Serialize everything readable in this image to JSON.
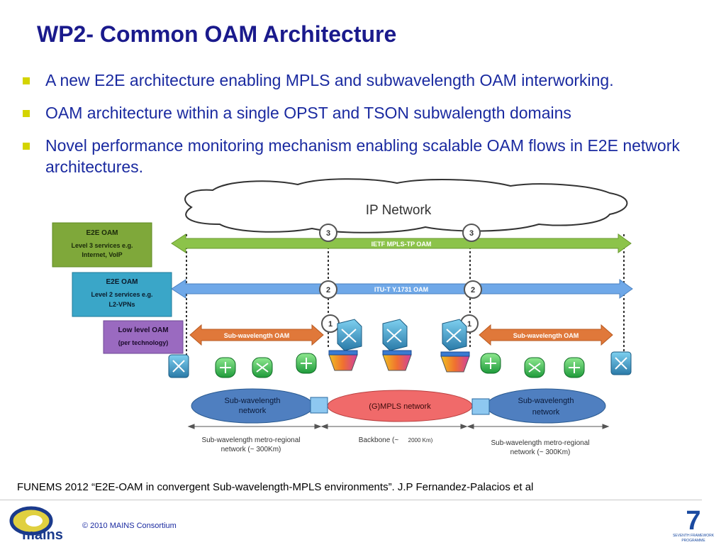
{
  "title": "WP2- Common OAM Architecture",
  "bullets": [
    "A new E2E architecture enabling MPLS and subwavelength OAM interworking.",
    "OAM architecture within a single OPST and TSON subwalength domains",
    "Novel performance monitoring mechanism enabling scalable OAM flows in E2E network architectures."
  ],
  "diagram": {
    "cloud_label": "IP Network",
    "boxes": [
      {
        "line1": "E2E OAM",
        "line2": "Level 3 services  e.g.",
        "line3": "Internet, VoIP",
        "color": "#7fa83a"
      },
      {
        "line1": "E2E OAM",
        "line2": "Level 2 services  e.g.",
        "line3": "L2-VPNs",
        "color": "#3aa6c8"
      },
      {
        "line1": "Low level OAM",
        "line2": "(per technology)",
        "line3": "",
        "color": "#9a6ac0"
      }
    ],
    "arrows": {
      "green": "IETF MPLS-TP OAM",
      "blue": "ITU-T Y.1731 OAM",
      "orange_left": "Sub-wavelength OAM",
      "orange_right": "Sub-wavelength OAM"
    },
    "circles": [
      "3",
      "3",
      "2",
      "2",
      "1",
      "1"
    ],
    "ellipses": {
      "left": [
        "Sub-wavelength",
        "network"
      ],
      "center": "(G)MPLS network",
      "right": [
        "Sub-wavelength",
        "network"
      ]
    },
    "spans": {
      "left": [
        "Sub-wavelength metro-regional",
        "network (~ 300Km)"
      ],
      "center": [
        "Backbone (~",
        "2000 Km)"
      ],
      "right": [
        "Sub-wavelength metro-regional",
        "network (~ 300Km)"
      ]
    },
    "colors": {
      "green_arrow": "#8cc34a",
      "blue_arrow": "#6fa8e8",
      "orange_arrow": "#e0783a",
      "ellipse_blue": "#4f7fc0",
      "ellipse_red": "#f06a6a"
    }
  },
  "reference": "FUNEMS 2012 “E2E-OAM in convergent Sub-wavelength-MPLS environments”. J.P Fernandez-Palacios et al",
  "footer": {
    "copyright": "© 2010 MAINS Consortium",
    "logo_text": "mains",
    "fp7_number": "7",
    "fp7_line1": "SEVENTH FRAMEWORK",
    "fp7_line2": "PROGRAMME"
  }
}
